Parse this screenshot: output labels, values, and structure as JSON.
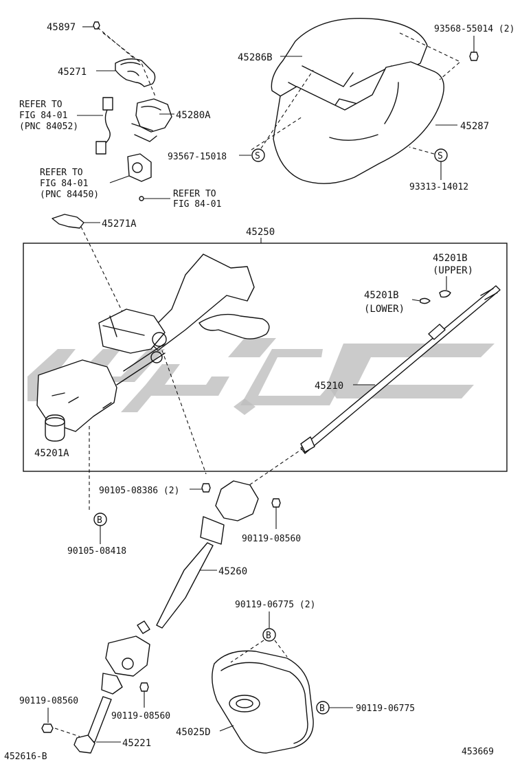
{
  "diagram": {
    "figure_number": "453669",
    "column_assembly_label": "45250",
    "callouts": {
      "p45897": "45897",
      "p45271": "45271",
      "p45280a": "45280A",
      "p45286b": "45286B",
      "p45287": "45287",
      "p45271a": "45271A",
      "p45201b_upper": "45201B",
      "p45201b_upper_note": "(UPPER)",
      "p45201b_lower": "45201B",
      "p45201b_lower_note": "(LOWER)",
      "p45210": "45210",
      "p45201a": "45201A",
      "p45260": "45260",
      "p45221": "45221",
      "p45025d": "45025D",
      "p452616b": "452616-B",
      "b9356855014": "93568-55014 (2)",
      "b9356715018": "93567-15018",
      "b9331314012": "93313-14012",
      "b9010508386": "90105-08386 (2)",
      "b9010508418": "90105-08418",
      "b9011908560_upper": "90119-08560",
      "b9011906775_2": "90119-06775 (2)",
      "b9011906775": "90119-06775",
      "b9011908560_left": "90119-08560",
      "b9011908560_mid": "90119-08560"
    },
    "refer_notes": {
      "ref1_line1": "REFER TO",
      "ref1_line2": "FIG 84-01",
      "ref1_line3": "(PNC 84052)",
      "ref2_line1": "REFER TO",
      "ref2_line2": "FIG 84-01",
      "ref2_line3": "(PNC 84450)",
      "ref3_line1": "REFER TO",
      "ref3_line2": "FIG 84-01"
    },
    "symbols": {
      "s": "S",
      "b": "B"
    }
  }
}
